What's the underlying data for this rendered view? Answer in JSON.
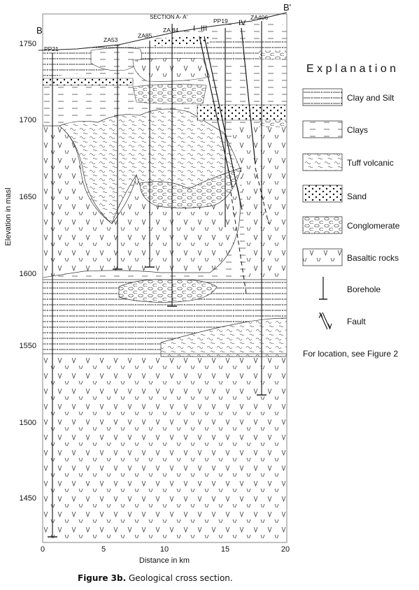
{
  "section": {
    "title": "SECTION  A- A'",
    "left_end": "B",
    "right_end": "B'",
    "y_axis_label": "Elevation  in  masl",
    "x_axis_label": "Distance  in  km",
    "y_ticks": [
      "1750",
      "1700",
      "1650",
      "1600",
      "1550",
      "1500",
      "1450"
    ],
    "x_ticks": [
      "0",
      "5",
      "10",
      "15",
      "20"
    ],
    "boreholes": [
      "PP21",
      "ZA53",
      "ZA85",
      "ZA 84",
      "PP19",
      "ZA406"
    ],
    "faults": [
      "I",
      "III",
      "IV"
    ]
  },
  "legend": {
    "title": "E x p l a n a t i o n",
    "items": [
      {
        "name": "clay-silt",
        "label": "Clay and Silt"
      },
      {
        "name": "clays",
        "label": "Clays"
      },
      {
        "name": "tuff",
        "label": "Tuff volcanic"
      },
      {
        "name": "sand",
        "label": "Sand"
      },
      {
        "name": "conglomerate",
        "label": "Conglomerate"
      },
      {
        "name": "basalt",
        "label": "Basaltic rocks"
      },
      {
        "name": "borehole",
        "label": "Borehole"
      },
      {
        "name": "fault",
        "label": "Fault"
      }
    ],
    "note": "For location, see Figure 2"
  },
  "caption": {
    "bold": "Figure 3b.",
    "text": " Geological cross section."
  }
}
